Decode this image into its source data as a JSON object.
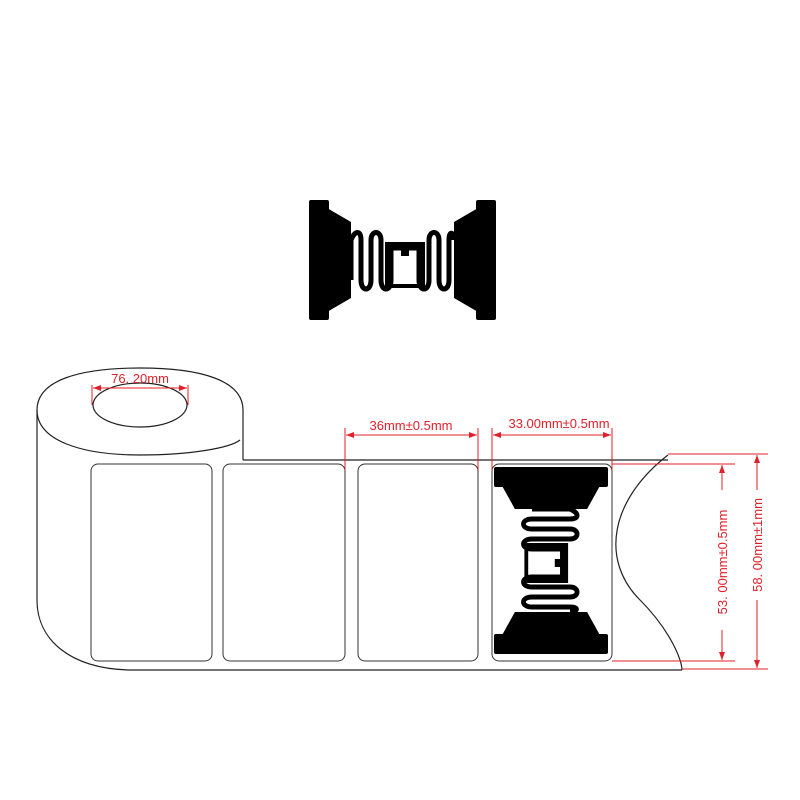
{
  "dimensions": {
    "core_diameter": "76. 20mm",
    "label_pitch": "36mm±0.5mm",
    "label_width": "33.00mm±0.5mm",
    "label_height": "53. 00mm±0.5mm",
    "liner_width": "58. 00mm±1mm"
  },
  "colors": {
    "dimension": "#e0202a",
    "outline": "#222222",
    "inlay": "#000000"
  }
}
